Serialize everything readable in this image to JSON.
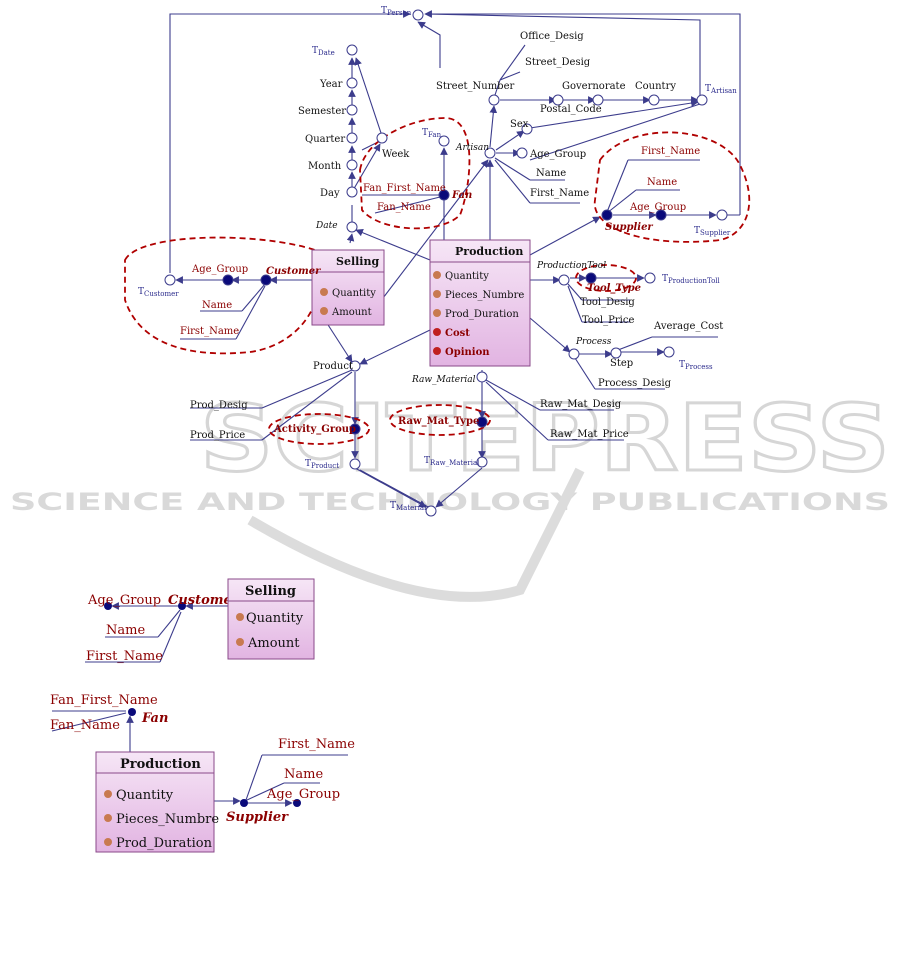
{
  "watermark": {
    "big": "SCITEPRESS",
    "sub": "SCIENCE AND TECHNOLOGY PUBLICATIONS"
  },
  "top": {
    "terminals": {
      "person": "T",
      "person_sub": "Person",
      "date": "T",
      "date_sub": "Date",
      "fan": "T",
      "fan_sub": "Fan",
      "artisan": "T",
      "artisan_sub": "Artisan",
      "supplier": "T",
      "supplier_sub": "Supplier",
      "customer": "T",
      "customer_sub": "Customer",
      "production_tool": "T",
      "production_tool_sub": "ProductionToll",
      "process": "T",
      "process_sub": "Process",
      "product": "T",
      "product_sub": "Product",
      "raw_material": "T",
      "raw_material_sub": "Raw_Material",
      "material": "T",
      "material_sub": "Material"
    },
    "date": {
      "year": "Year",
      "semester": "Semester",
      "quarter": "Quarter",
      "month": "Month",
      "day": "Day",
      "week": "Week",
      "date": "Date"
    },
    "fan": {
      "first_name": "Fan_First_Name",
      "name": "Fan_Name",
      "fan": "Fan"
    },
    "artisan": {
      "office_desig": "Office_Desig",
      "street_desig": "Street_Desig",
      "street_number": "Street_Number",
      "governorate": "Governorate",
      "country": "Country",
      "postal_code": "Postal_Code",
      "sex": "Sex",
      "artisan": "Artisan",
      "age_group": "Age_Group",
      "name": "Name",
      "first_name": "First_Name"
    },
    "supplier": {
      "first_name": "First_Name",
      "name": "Name",
      "age_group": "Age_Group",
      "supplier": "Supplier"
    },
    "customer": {
      "age_group": "Age_Group",
      "customer": "Customer",
      "name": "Name",
      "first_name": "First_Name"
    },
    "selling": {
      "title": "Selling",
      "measures": [
        "Quantity",
        "Amount"
      ]
    },
    "production": {
      "title": "Production",
      "measures": [
        "Quantity",
        "Pieces_Numbre",
        "Prod_Duration"
      ],
      "new_measures": [
        "Cost",
        "Opinion"
      ]
    },
    "tool": {
      "production_tool": "ProductionTool",
      "tool_type": "Tool_Type",
      "tool_desig": "Tool_Desig",
      "tool_price": "Tool_Price"
    },
    "process": {
      "process": "Process",
      "average_cost": "Average_Cost",
      "step": "Step",
      "process_desig": "Process_Desig"
    },
    "product": {
      "product": "Product",
      "prod_desig": "Prod_Desig",
      "prod_price": "Prod_Price",
      "activity_group": "Activity_Group"
    },
    "raw_material": {
      "raw_material": "Raw_Material",
      "raw_mat_type": "Raw_Mat_Type",
      "raw_mat_desig": "Raw_Mat_Desig",
      "raw_mat_price": "Raw_Mat_Price"
    }
  },
  "bottom_selling": {
    "age_group": "Age_Group",
    "customer": "Customer",
    "name": "Name",
    "first_name": "First_Name",
    "title": "Selling",
    "measures": [
      "Quantity",
      "Amount"
    ]
  },
  "bottom_production": {
    "fan_first_name": "Fan_First_Name",
    "fan_name": "Fan_Name",
    "fan": "Fan",
    "title": "Production",
    "measures": [
      "Quantity",
      "Pieces_Numbre",
      "Prod_Duration"
    ],
    "first_name": "First_Name",
    "name": "Name",
    "age_group": "Age_Group",
    "supplier": "Supplier"
  },
  "colors": {
    "edge": "#3c3c8c",
    "hollow_node": "#ffffff",
    "filled_node": "#0a0a7a",
    "dashed_ring": "#b00000",
    "fact_fill": "#ecc6ec",
    "measure_dot": "#c87a50"
  }
}
